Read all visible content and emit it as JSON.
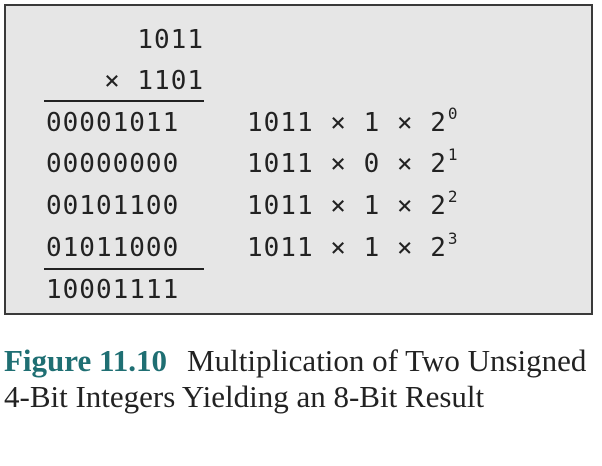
{
  "figure": {
    "multiplicand": "1011",
    "multiplier": "× 1101",
    "rows": [
      {
        "partial": "00001011",
        "expr_a": "1011",
        "op1": "×",
        "bit": "1",
        "op2": "×",
        "base": "2",
        "exp": "0"
      },
      {
        "partial": "00000000",
        "expr_a": "1011",
        "op1": "×",
        "bit": "0",
        "op2": "×",
        "base": "2",
        "exp": "1"
      },
      {
        "partial": "00101100",
        "expr_a": "1011",
        "op1": "×",
        "bit": "1",
        "op2": "×",
        "base": "2",
        "exp": "2"
      },
      {
        "partial": "01011000",
        "expr_a": "1011",
        "op1": "×",
        "bit": "1",
        "op2": "×",
        "base": "2",
        "exp": "3"
      }
    ],
    "result": "10001111"
  },
  "caption": {
    "label": "Figure 11.10",
    "text": "Multiplication of Two Unsigned 4-Bit Integers Yielding an 8-Bit Result"
  },
  "colors": {
    "box_background": "#e6e6e6",
    "caption_label": "#1f6f73"
  }
}
